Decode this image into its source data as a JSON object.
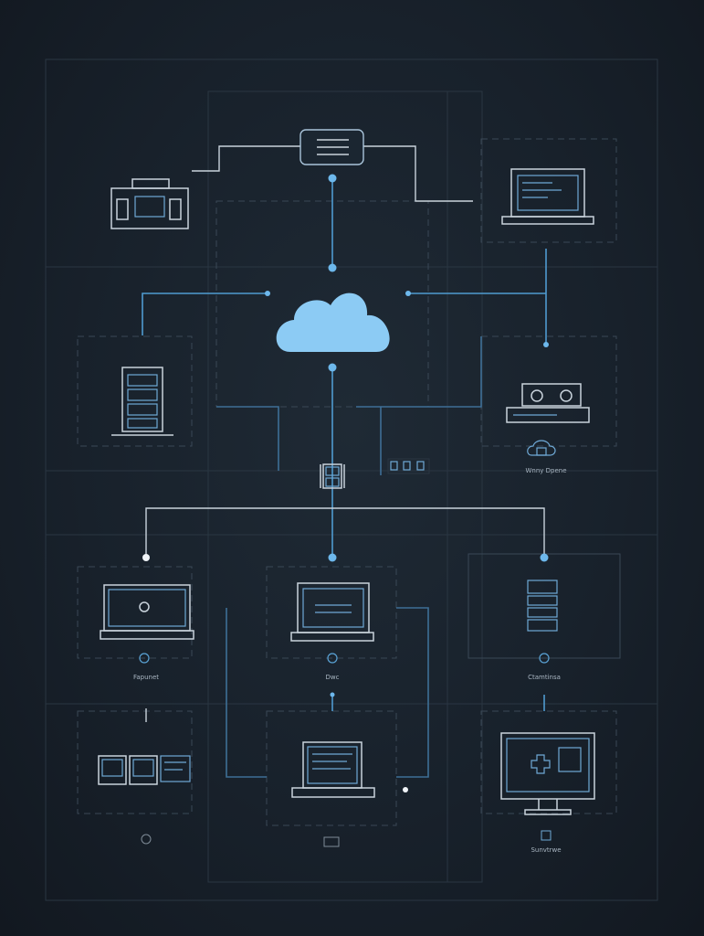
{
  "diagram": {
    "colors": {
      "background": "#18212b",
      "cloud": "#8ccbf4",
      "accent_line": "#4f9bd0",
      "device_stroke": "#c9d3dc"
    },
    "nodes": {
      "gateway": {
        "icon": "menu-box-icon"
      },
      "cloud": {
        "icon": "cloud-icon"
      },
      "printer": {
        "icon": "printer-icon"
      },
      "top_laptop": {
        "icon": "laptop-icon"
      },
      "left_server": {
        "icon": "server-rack-icon"
      },
      "right_storage": {
        "icon": "storage-device-icon",
        "label": "Wnny Dpene"
      },
      "hub": {
        "icon": "switch-icon"
      },
      "mid_left_laptop": {
        "icon": "laptop-icon",
        "label": "Fapunet"
      },
      "mid_center_laptop": {
        "icon": "laptop-icon",
        "label": "Dwc"
      },
      "mid_right_server": {
        "icon": "server-stack-icon",
        "label": "Ctamtinsa"
      },
      "bottom_left_monitors": {
        "icon": "monitors-icon"
      },
      "bottom_center_laptop": {
        "icon": "laptop-icon"
      },
      "bottom_right_monitor": {
        "icon": "desktop-monitor-icon",
        "label": "Sunvtrwe"
      }
    }
  }
}
